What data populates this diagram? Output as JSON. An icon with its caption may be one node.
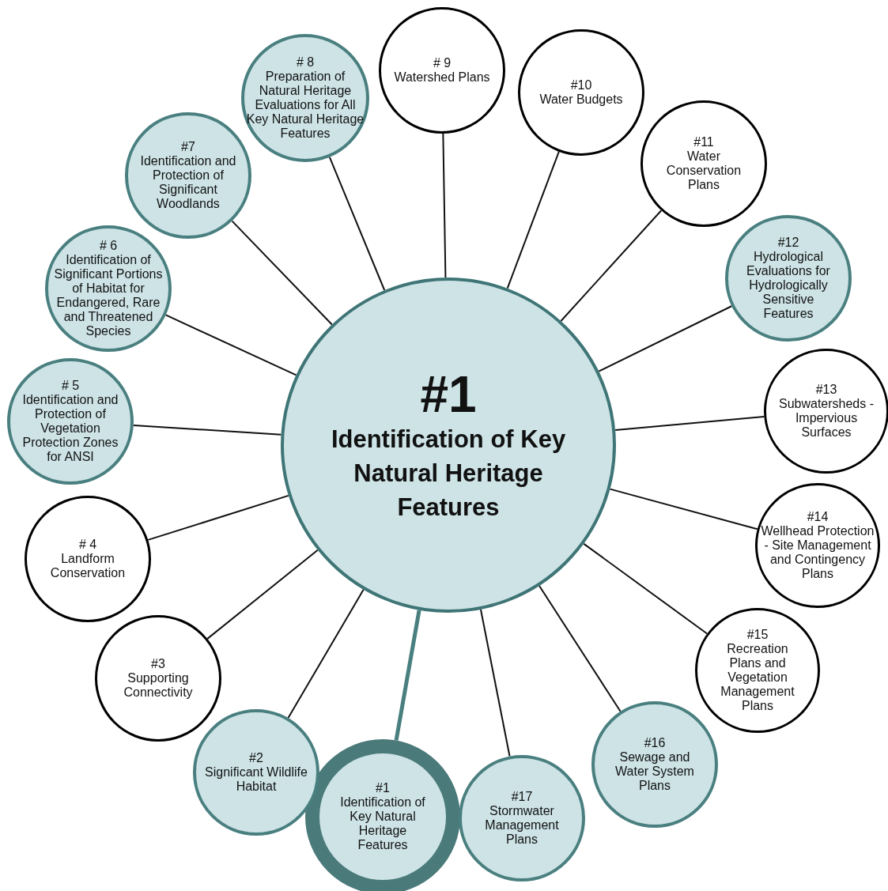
{
  "diagram": {
    "nodes": [
      {
        "text": [
          "#1",
          "Identification of Key Natural Heritage Features"
        ]
      },
      {
        "text": [
          "#1",
          "Identification of Key Natural Heritage Features"
        ]
      },
      {
        "text": [
          "#2",
          "Significant Wildlife Habitat"
        ]
      },
      {
        "text": [
          "#3",
          "Supporting Connectivity"
        ]
      },
      {
        "text": [
          "# 4",
          "Landform Conservation"
        ]
      },
      {
        "text": [
          "# 5",
          "Identification and Protection of Vegetation Protection Zones for ANSI"
        ]
      },
      {
        "text": [
          "# 6",
          "Identification of Significant Portions of Habitat for Endangered, Rare and Threatened Species"
        ]
      },
      {
        "text": [
          "#7",
          "Identification and Protection of Significant Woodlands"
        ]
      },
      {
        "text": [
          "# 8",
          "Preparation of Natural Heritage Evaluations for All Key Natural Heritage Features"
        ]
      },
      {
        "text": [
          "# 9",
          "Watershed Plans"
        ]
      },
      {
        "text": [
          "#10",
          "Water Budgets"
        ]
      },
      {
        "text": [
          "#11",
          "Water Conservation Plans"
        ]
      },
      {
        "text": [
          "#12",
          "Hydrological Evaluations for Hydrologically Sensitive Features"
        ]
      },
      {
        "text": [
          "#13",
          "Subwatersheds - Impervious Surfaces"
        ]
      },
      {
        "text": [
          "#14",
          "Wellhead Protection - Site Management and Contingency Plans"
        ]
      },
      {
        "text": [
          "#15",
          "Recreation Plans and Vegetation Management Plans"
        ]
      },
      {
        "text": [
          "#16",
          "Sewage and Water System Plans"
        ]
      },
      {
        "text": [
          "#17",
          "Stormwater Management Plans"
        ]
      }
    ],
    "edges": [
      {
        "from": 0,
        "to": 1,
        "arrow": "none",
        "style": "thick",
        "color": "#4a7f7f"
      },
      {
        "from": 0,
        "to": 2,
        "arrow": "none"
      },
      {
        "from": 0,
        "to": 3,
        "arrow": "none"
      },
      {
        "from": 0,
        "to": 4,
        "arrow": "none"
      },
      {
        "from": 0,
        "to": 5,
        "arrow": "none"
      },
      {
        "from": 0,
        "to": 6,
        "arrow": "none"
      },
      {
        "from": 0,
        "to": 7,
        "arrow": "none"
      },
      {
        "from": 0,
        "to": 8,
        "arrow": "none"
      },
      {
        "from": 0,
        "to": 9,
        "arrow": "none"
      },
      {
        "from": 0,
        "to": 10,
        "arrow": "none"
      },
      {
        "from": 0,
        "to": 11,
        "arrow": "none"
      },
      {
        "from": 0,
        "to": 12,
        "arrow": "none"
      },
      {
        "from": 0,
        "to": 13,
        "arrow": "none"
      },
      {
        "from": 0,
        "to": 14,
        "arrow": "none"
      },
      {
        "from": 0,
        "to": 15,
        "arrow": "none"
      },
      {
        "from": 0,
        "to": 16,
        "arrow": "none"
      },
      {
        "from": 0,
        "to": 17,
        "arrow": "none"
      }
    ]
  }
}
